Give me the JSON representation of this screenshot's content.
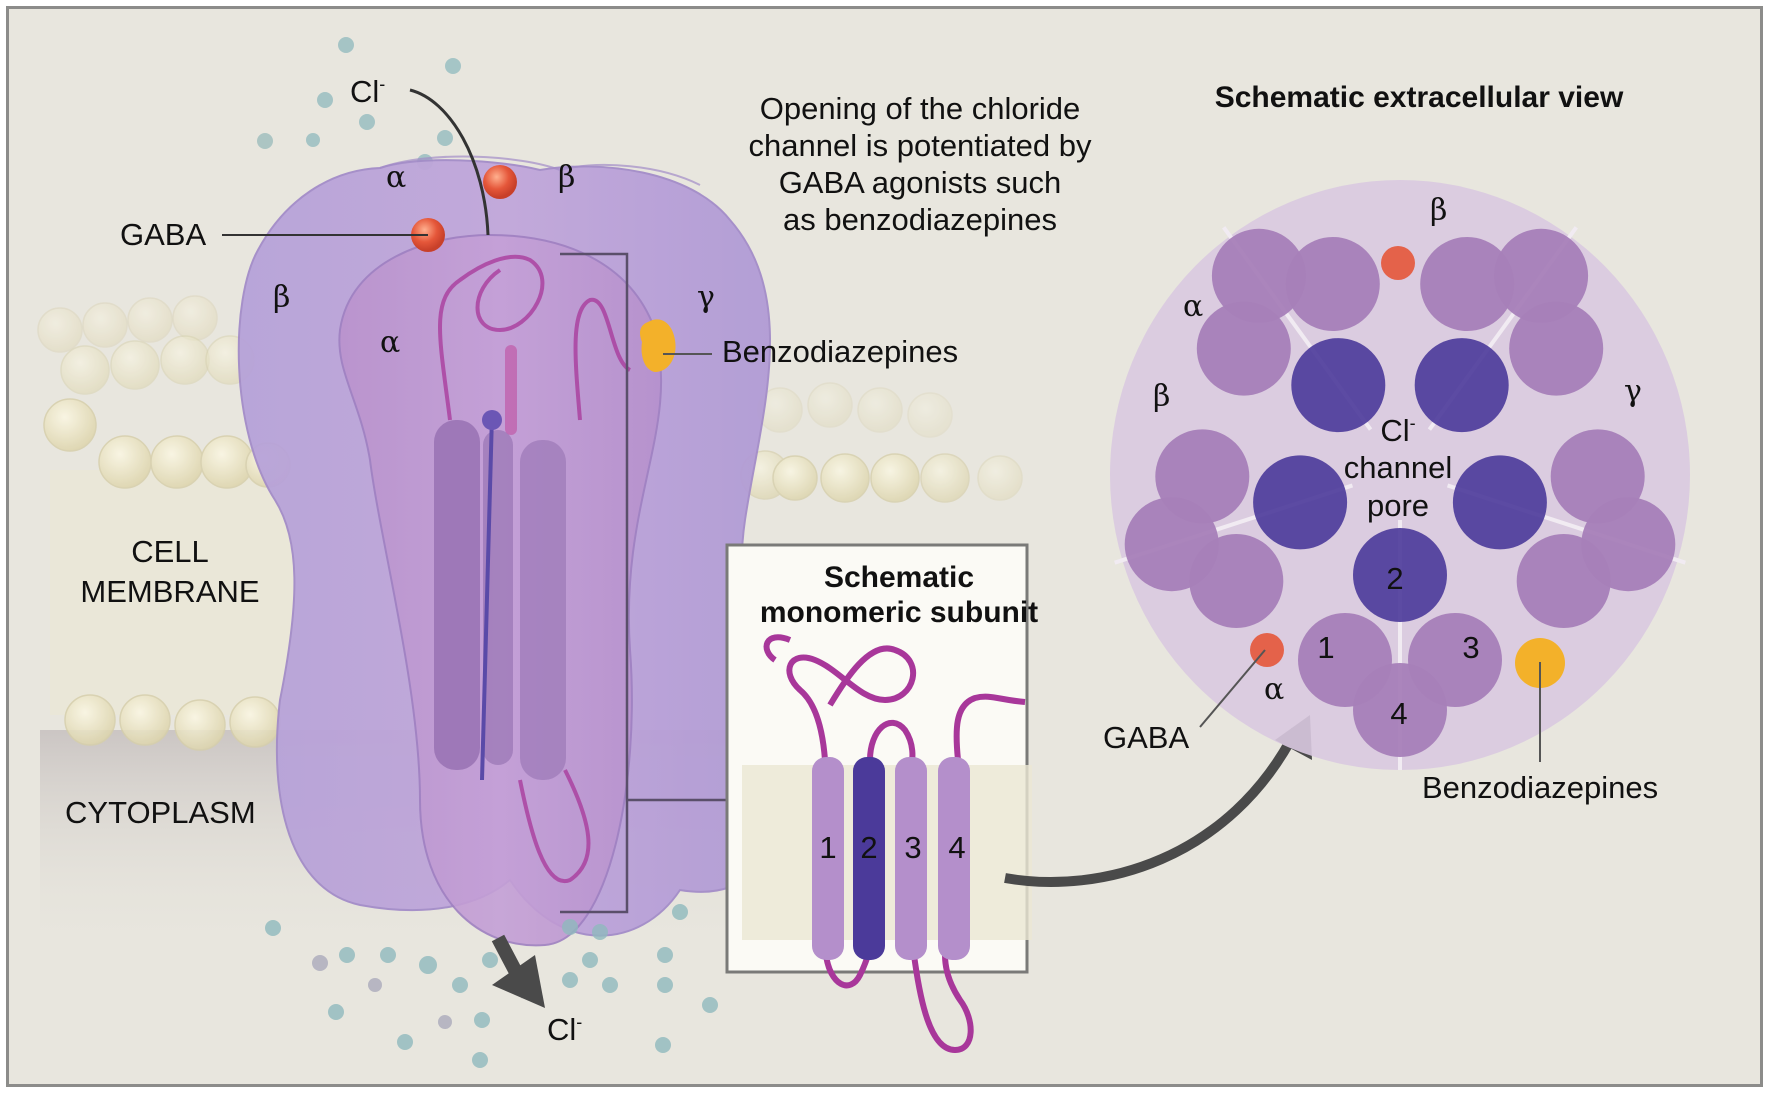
{
  "figure": {
    "description_text": [
      "Opening of the chloride",
      "channel is potentiated by",
      "GABA agonists such",
      "as benzodiazepines"
    ],
    "colors": {
      "background": "#e8e6de",
      "frame": "#8c8c8a",
      "subunit_light": "#b79bd0",
      "subunit_body": "#a98bc9",
      "helix_purple": "#a77fb8",
      "helix_m2_blue": "#4b3a9a",
      "loop_magenta": "#a8379a",
      "gaba_red": "#e5573a",
      "benzo_yellow": "#f3b12a",
      "ion_teal": "#8fb9bd",
      "membrane_lipid": "#e9e4c3",
      "arrow_dark": "#4a4a4a",
      "pentagon_bg": "#d9c9e0"
    }
  },
  "channel_3d": {
    "ion_top_label": "Cl",
    "ion_top_charge": "-",
    "ion_bottom_label": "Cl",
    "ion_bottom_charge": "-",
    "gaba_label": "GABA",
    "benzo_label": "Benzodiazepines",
    "subunit_labels": {
      "top_alpha": "α",
      "top_beta": "β",
      "left_beta": "β",
      "front_alpha": "α",
      "right_gamma": "γ"
    },
    "membrane_label_line1": "CELL",
    "membrane_label_line2": "MEMBRANE",
    "cytoplasm_label": "CYTOPLASM"
  },
  "monomer_panel": {
    "title_line1": "Schematic",
    "title_line2": "monomeric subunit",
    "helices": [
      {
        "label": "1",
        "type": "standard"
      },
      {
        "label": "2",
        "type": "pore-lining"
      },
      {
        "label": "3",
        "type": "standard"
      },
      {
        "label": "4",
        "type": "standard"
      }
    ]
  },
  "extracellular_view": {
    "title": "Schematic extracellular view",
    "subunits": [
      "β",
      "α",
      "β",
      "γ",
      "α"
    ],
    "labels": {
      "top_beta": "β",
      "upper_left_alpha": "α",
      "left_beta": "β",
      "right_gamma": "γ",
      "bottom_alpha": "α"
    },
    "pore_label_line1": "Cl",
    "pore_charge": "-",
    "pore_label_line2": "channel",
    "pore_label_line3": "pore",
    "helix_numbers": [
      "1",
      "2",
      "3",
      "4"
    ],
    "gaba_label": "GABA",
    "benzo_label": "Benzodiazepines"
  }
}
